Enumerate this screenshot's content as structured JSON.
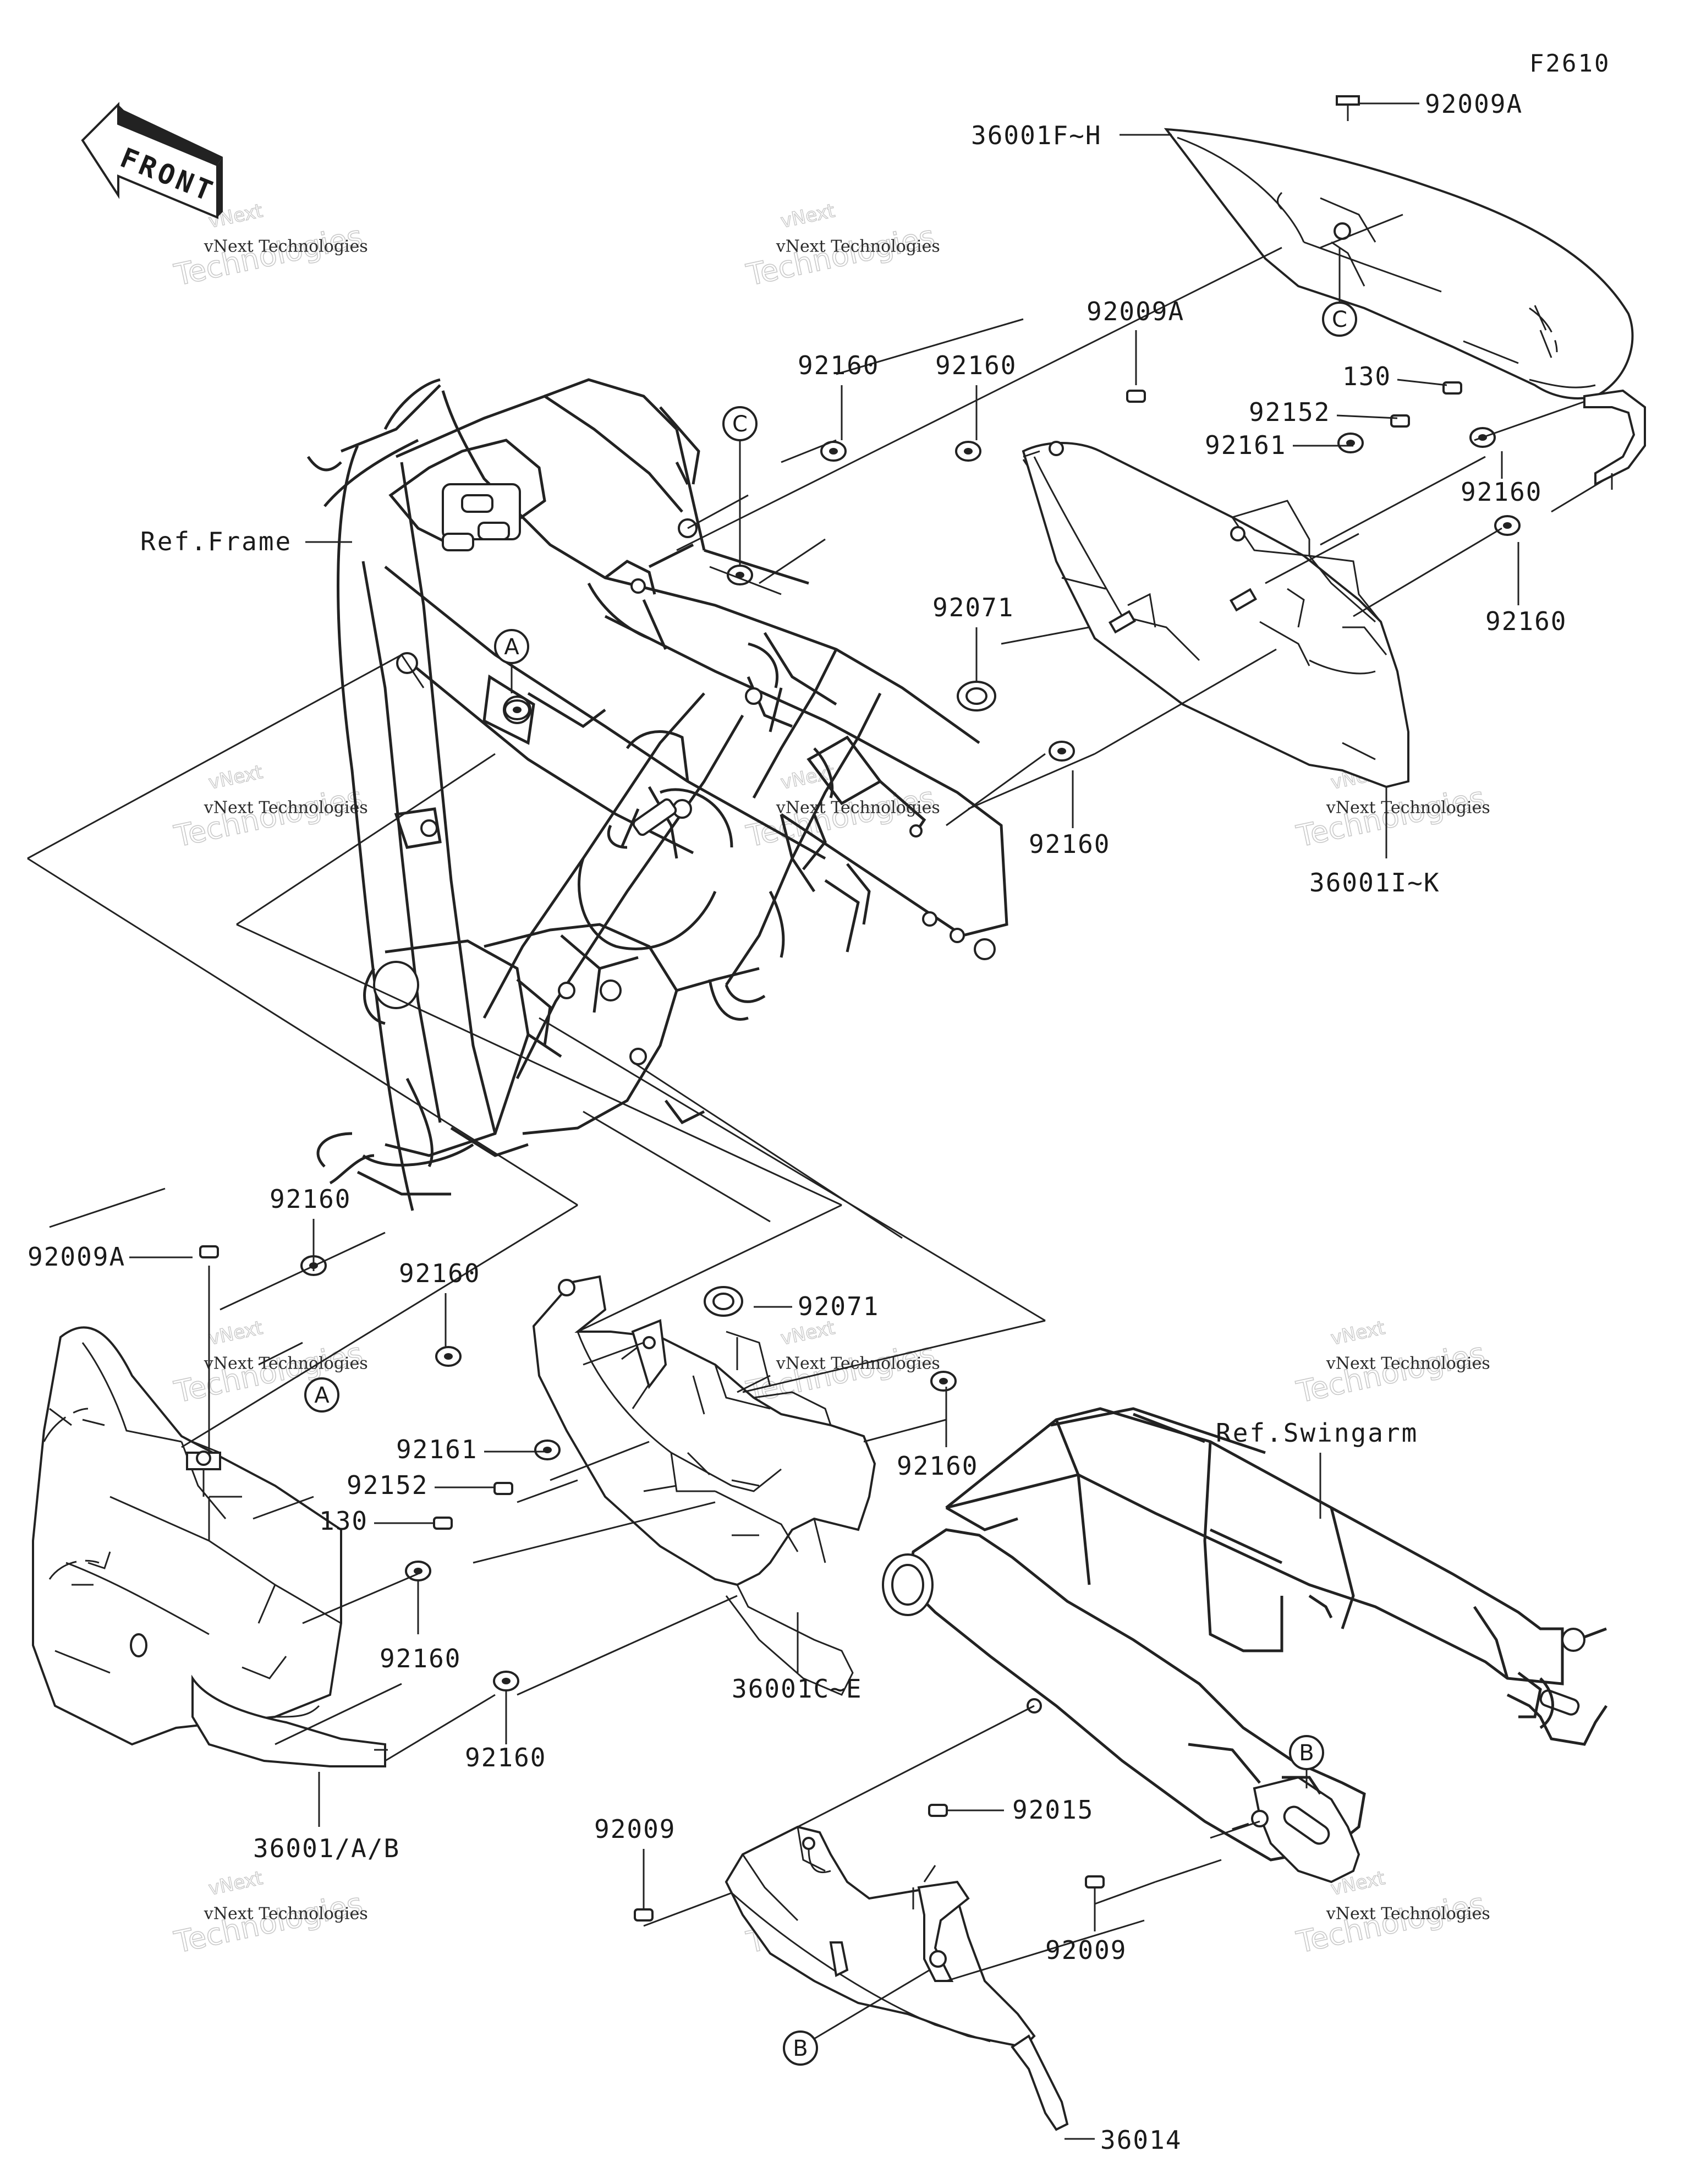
{
  "diagram_code": "F2610",
  "front_marker": {
    "label": "FRONT"
  },
  "references": {
    "frame": "Ref.Frame",
    "swingarm": "Ref.Swingarm"
  },
  "callouts": {
    "a": "A",
    "b": "B",
    "c": "C"
  },
  "parts": {
    "p36001FH": "36001F~H",
    "p92009A_top": "92009A",
    "p92009A_mid": "92009A",
    "p92160_1": "92160",
    "p92160_2": "92160",
    "p130_top": "130",
    "p92152_top": "92152",
    "p92161_top": "92161",
    "p92160_3": "92160",
    "p92160_4": "92160",
    "p92071_top": "92071",
    "p92160_5": "92160",
    "p36001IK": "36001I~K",
    "p92160_6": "92160",
    "p92009A_left": "92009A",
    "p92160_7": "92160",
    "p92071_low": "92071",
    "p92160_8": "92160",
    "p92161_low": "92161",
    "p92152_low": "92152",
    "p130_low": "130",
    "p92160_9": "92160",
    "p36001CE": "36001C~E",
    "p92160_10": "92160",
    "p36001AB": "36001/A/B",
    "p92009_left": "92009",
    "p92015": "92015",
    "p92009_right": "92009",
    "p36014": "36014"
  },
  "watermark": {
    "line1": "vNext Technologies",
    "line2": "Technologies",
    "brand": "vNext"
  }
}
